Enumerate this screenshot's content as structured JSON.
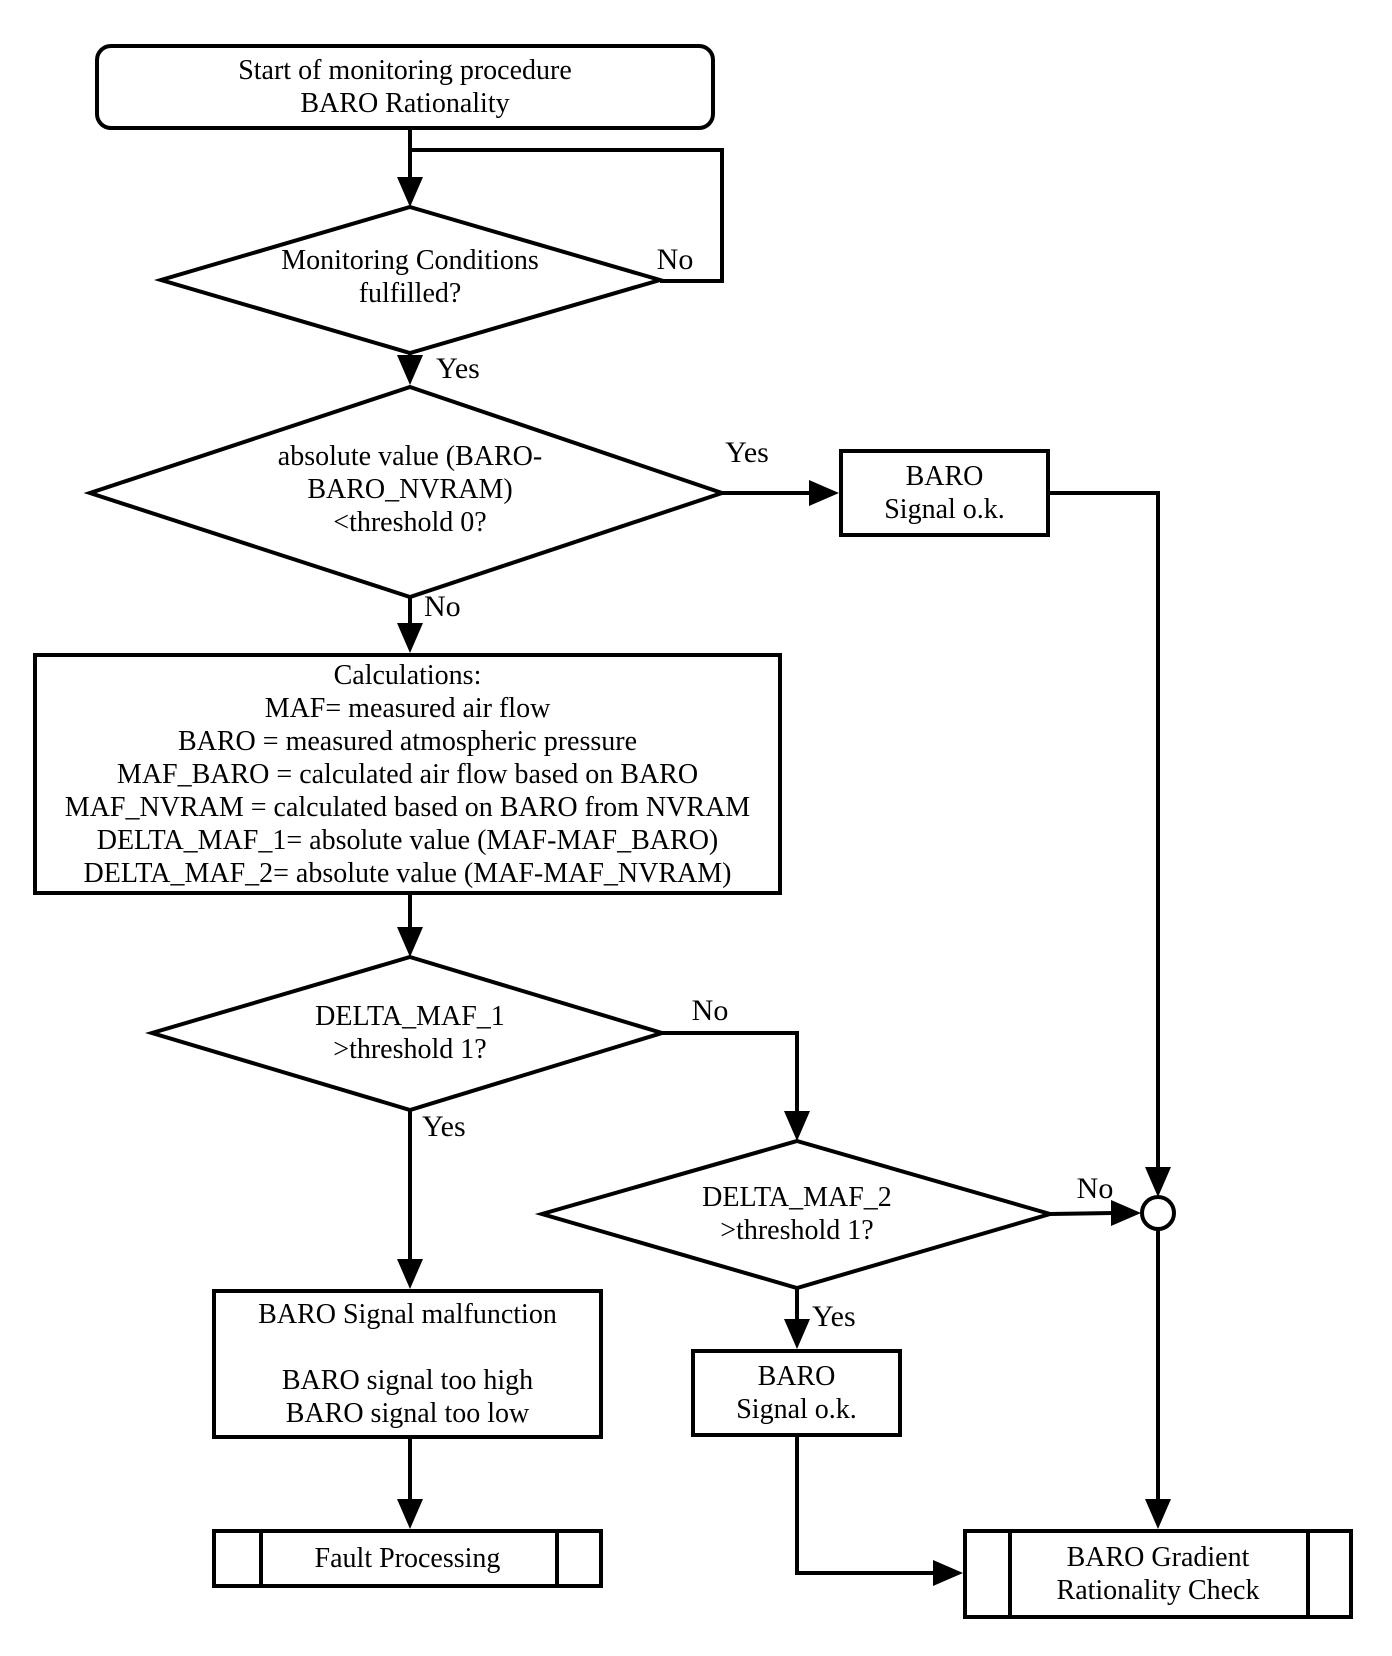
{
  "colors": {
    "line": "#000000",
    "background": "#ffffff"
  },
  "nodes": {
    "start": {
      "line1": "Start of monitoring procedure",
      "line2": "BARO Rationality"
    },
    "monitoring": {
      "line1": "Monitoring Conditions",
      "line2": "fulfilled?"
    },
    "baro_nvram": {
      "line1": "absolute value (BARO-",
      "line2": "BARO_NVRAM)",
      "line3": "<threshold 0?"
    },
    "baro_ok_1": {
      "line1": "BARO",
      "line2": "Signal o.k."
    },
    "calculations": {
      "title": "Calculations:",
      "lines": [
        "MAF= measured air flow",
        "BARO = measured atmospheric pressure",
        "MAF_BARO = calculated air flow based on BARO",
        "MAF_NVRAM = calculated based on BARO from NVRAM",
        "DELTA_MAF_1= absolute value (MAF-MAF_BARO)",
        "DELTA_MAF_2= absolute value (MAF-MAF_NVRAM)"
      ]
    },
    "delta_maf_1": {
      "line1": "DELTA_MAF_1",
      "line2": ">threshold 1?"
    },
    "delta_maf_2": {
      "line1": "DELTA_MAF_2",
      "line2": ">threshold 1?"
    },
    "malfunction": {
      "line1": "BARO Signal malfunction",
      "line2": "BARO signal too high",
      "line3": "BARO signal too low"
    },
    "baro_ok_2": {
      "line1": "BARO",
      "line2": "Signal o.k."
    },
    "fault_processing": {
      "label": "Fault Processing"
    },
    "baro_gradient": {
      "line1": "BARO Gradient",
      "line2": "Rationality Check"
    }
  },
  "edge_labels": {
    "monitoring_no": "No",
    "monitoring_yes": "Yes",
    "baro_nvram_yes": "Yes",
    "baro_nvram_no": "No",
    "delta_maf_1_no": "No",
    "delta_maf_1_yes": "Yes",
    "delta_maf_2_no": "No",
    "delta_maf_2_yes": "Yes"
  }
}
